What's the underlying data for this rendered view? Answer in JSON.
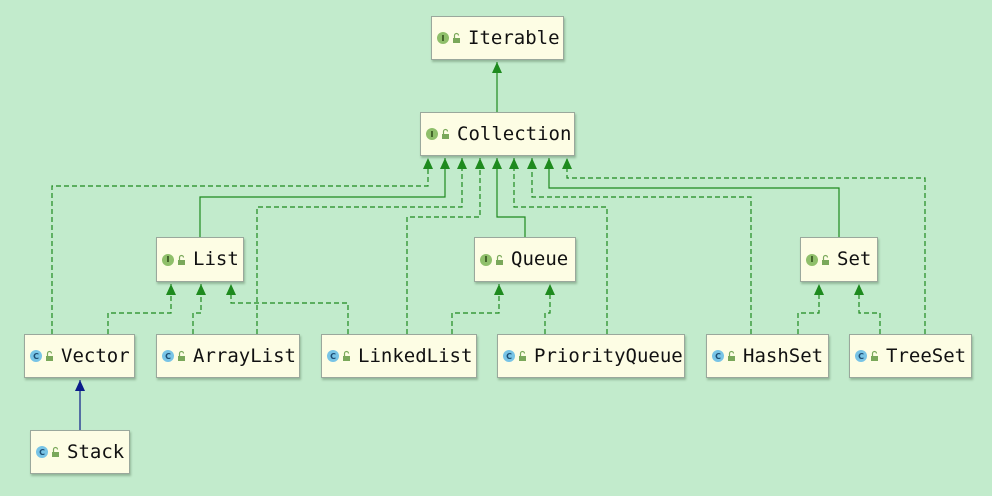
{
  "diagram": {
    "colors": {
      "background": "#c2ebcc",
      "node_fill": "#fdfde4",
      "interface_badge": "#8fbf6a",
      "class_badge": "#78c4e6",
      "implements_edge": "#1e8a1e",
      "extends_edge": "#0b1b8a"
    },
    "nodes": [
      {
        "id": "iterable",
        "label": "Iterable",
        "kind": "interface",
        "badge": "I",
        "icon": "lock-open-icon"
      },
      {
        "id": "collection",
        "label": "Collection",
        "kind": "interface",
        "badge": "I",
        "icon": "lock-open-icon"
      },
      {
        "id": "list",
        "label": "List",
        "kind": "interface",
        "badge": "I",
        "icon": "lock-open-icon"
      },
      {
        "id": "queue",
        "label": "Queue",
        "kind": "interface",
        "badge": "I",
        "icon": "lock-open-icon"
      },
      {
        "id": "set",
        "label": "Set",
        "kind": "interface",
        "badge": "I",
        "icon": "lock-open-icon"
      },
      {
        "id": "vector",
        "label": "Vector",
        "kind": "class",
        "badge": "C",
        "icon": "lock-open-icon"
      },
      {
        "id": "arraylist",
        "label": "ArrayList",
        "kind": "class",
        "badge": "C",
        "icon": "lock-open-icon"
      },
      {
        "id": "linkedlist",
        "label": "LinkedList",
        "kind": "class",
        "badge": "C",
        "icon": "lock-open-icon"
      },
      {
        "id": "priorityqueue",
        "label": "PriorityQueue",
        "kind": "class",
        "badge": "C",
        "icon": "lock-open-icon"
      },
      {
        "id": "hashset",
        "label": "HashSet",
        "kind": "class",
        "badge": "C",
        "icon": "lock-open-icon"
      },
      {
        "id": "treeset",
        "label": "TreeSet",
        "kind": "class",
        "badge": "C",
        "icon": "lock-open-icon"
      },
      {
        "id": "stack",
        "label": "Stack",
        "kind": "class",
        "badge": "C",
        "icon": "lock-open-icon"
      }
    ],
    "edges": [
      {
        "from": "collection",
        "to": "iterable",
        "type": "extends-interface"
      },
      {
        "from": "list",
        "to": "collection",
        "type": "extends-interface"
      },
      {
        "from": "queue",
        "to": "collection",
        "type": "extends-interface"
      },
      {
        "from": "set",
        "to": "collection",
        "type": "extends-interface"
      },
      {
        "from": "vector",
        "to": "collection",
        "type": "implements"
      },
      {
        "from": "arraylist",
        "to": "collection",
        "type": "implements"
      },
      {
        "from": "linkedlist",
        "to": "collection",
        "type": "implements"
      },
      {
        "from": "priorityqueue",
        "to": "collection",
        "type": "implements"
      },
      {
        "from": "hashset",
        "to": "collection",
        "type": "implements"
      },
      {
        "from": "treeset",
        "to": "collection",
        "type": "implements"
      },
      {
        "from": "vector",
        "to": "list",
        "type": "implements"
      },
      {
        "from": "arraylist",
        "to": "list",
        "type": "implements"
      },
      {
        "from": "linkedlist",
        "to": "list",
        "type": "implements"
      },
      {
        "from": "linkedlist",
        "to": "queue",
        "type": "implements"
      },
      {
        "from": "priorityqueue",
        "to": "queue",
        "type": "implements"
      },
      {
        "from": "hashset",
        "to": "set",
        "type": "implements"
      },
      {
        "from": "treeset",
        "to": "set",
        "type": "implements"
      },
      {
        "from": "stack",
        "to": "vector",
        "type": "extends-class"
      }
    ]
  }
}
